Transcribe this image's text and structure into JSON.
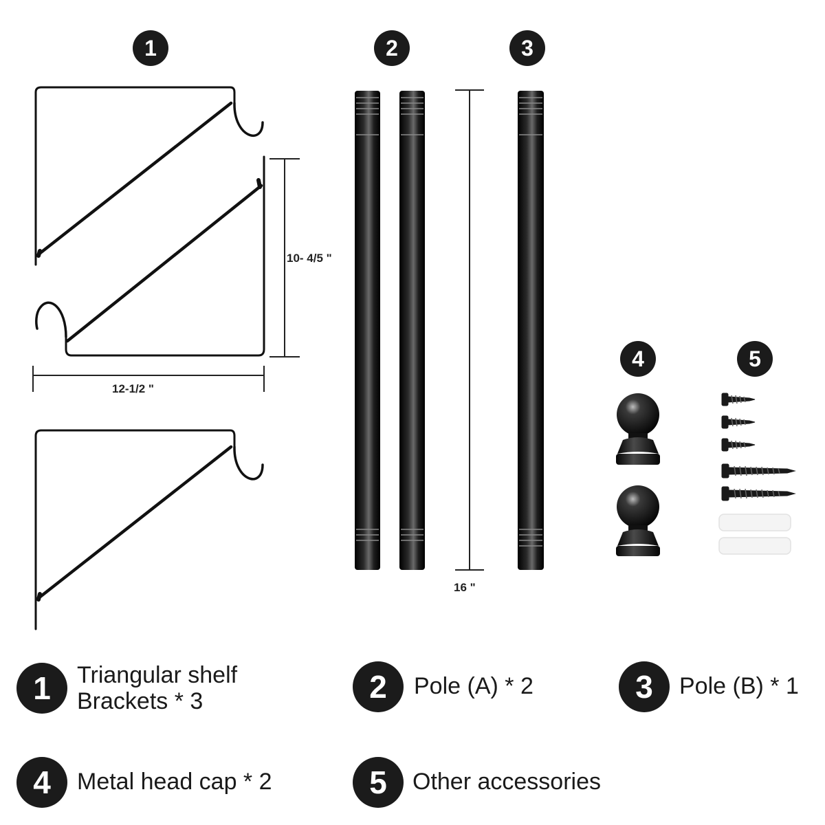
{
  "parts": {
    "bracket": {
      "number": "1"
    },
    "pole_a": {
      "number": "2"
    },
    "pole_b": {
      "number": "3"
    },
    "head_cap": {
      "number": "4"
    },
    "accessories": {
      "number": "5"
    }
  },
  "dimensions": {
    "bracket_height": "10- 4/5 \"",
    "bracket_width": "12-1/2 \"",
    "pole_length": "16 \""
  },
  "legend": [
    {
      "number": "1",
      "line1": "Triangular shelf",
      "line2": "Brackets * 3"
    },
    {
      "number": "2",
      "line1": "Pole (A) * 2"
    },
    {
      "number": "3",
      "line1": "Pole (B) * 1"
    },
    {
      "number": "4",
      "line1": "Metal head cap * 2"
    },
    {
      "number": "5",
      "line1": "Other accessories"
    }
  ],
  "colors": {
    "ink": "#1b1b1b",
    "metal": "#111111",
    "background": "#ffffff"
  }
}
